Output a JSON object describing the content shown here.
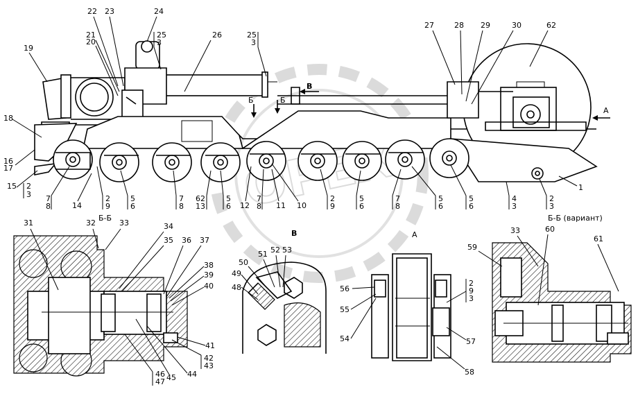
{
  "callouts": {
    "c1": "1",
    "c2_3a": "2",
    "c2_3b": "3",
    "c4_3a": "4",
    "c4_3b": "3",
    "c14": "14",
    "c15": "15",
    "c16": "16",
    "c17": "17",
    "c18": "18",
    "c19": "19",
    "c20": "20",
    "c21": "21",
    "c22": "22",
    "c23": "23",
    "c24": "24",
    "c25a": "25",
    "c3a": "3",
    "c25b": "25",
    "c3b": "3",
    "c26": "26",
    "c27": "27",
    "c28": "28",
    "c29": "29",
    "c30": "30",
    "c62": "62",
    "c2l": "2",
    "c3l": "3",
    "c7a": "7",
    "c8a": "8",
    "c2b": "2",
    "c9b": "9",
    "c5c": "5",
    "c6c": "6",
    "c7d": "7",
    "c8d": "8",
    "c62e": "62",
    "c13e": "13",
    "c5f": "5",
    "c6f": "6",
    "c12": "12",
    "c7g": "7",
    "c8g": "8",
    "c11": "11",
    "c10": "10",
    "c2h": "2",
    "c9h": "9",
    "c5i": "5",
    "c6i": "6",
    "c7j": "7",
    "c8j": "8",
    "c5k": "5",
    "c6k": "6",
    "c5l": "5",
    "c6l": "6",
    "c31": "31",
    "c32": "32",
    "c33": "33",
    "c34": "34",
    "c35": "35",
    "c36": "36",
    "c37": "37",
    "c38": "38",
    "c39": "39",
    "c40": "40",
    "c41": "41",
    "c42": "42",
    "c43": "43",
    "c44": "44",
    "c45": "45",
    "c46": "46",
    "c47": "47",
    "c48": "48",
    "c49": "49",
    "c50": "50",
    "c51": "51",
    "c52": "52",
    "c53": "53",
    "c54": "54",
    "c55": "55",
    "c56": "56",
    "c57": "57",
    "c58": "58",
    "c2r": "2",
    "c9r": "9",
    "c3r": "3",
    "c33b": "33",
    "c59": "59",
    "c60": "60",
    "c61": "61"
  },
  "views": {
    "section_bb": "Б-Б",
    "section_bb_variant": "Б-Б (вариант)",
    "view_a_label": "А",
    "view_a_arrow": "А",
    "view_b_arrow": "В",
    "view_b_label": "В",
    "cut_b1": "Б",
    "cut_b2": "Б"
  },
  "watermark": "OPEX"
}
